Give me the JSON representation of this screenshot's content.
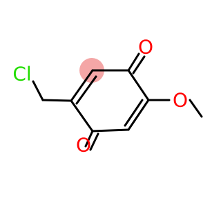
{
  "molecule": {
    "atoms": {
      "chlorine": "Cl",
      "oxygen_top": "O",
      "oxygen_bottom": "O",
      "oxygen_methoxy": "O"
    },
    "colors": {
      "bond": "#000000",
      "chlorine": "#22dd00",
      "oxygen": "#ff0000",
      "highlight": "#f4a6a6"
    }
  }
}
